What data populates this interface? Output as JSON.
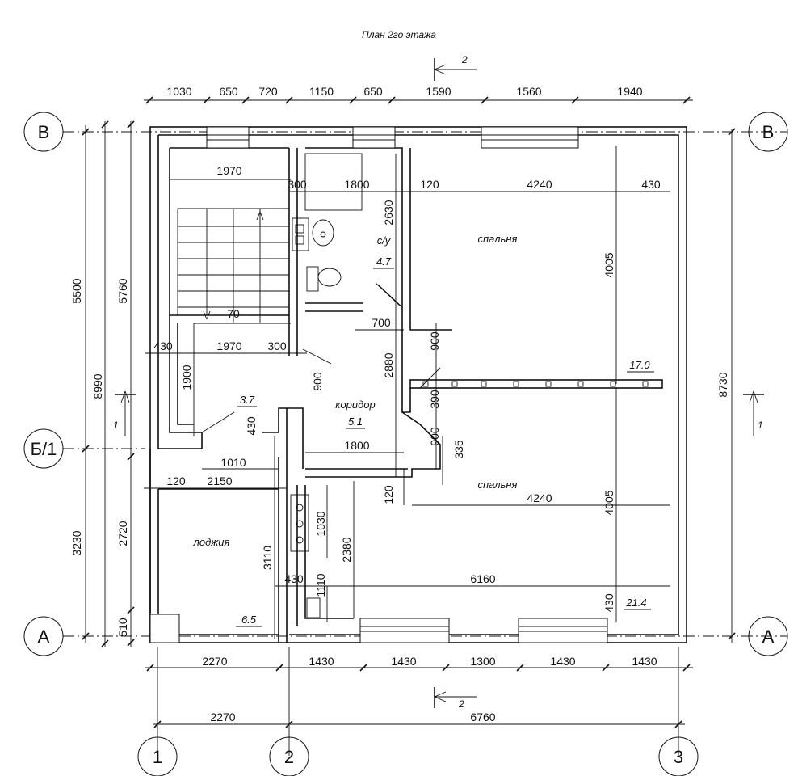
{
  "title": "План 2го этажа",
  "axes": {
    "V": "В",
    "B1": "Б/1",
    "A": "А",
    "n1": "1",
    "n2": "2",
    "n3": "3"
  },
  "section_marks": {
    "sec2_top": "2",
    "sec2_bottom": "2",
    "sec1_left": "1",
    "sec1_right": "1"
  },
  "rooms": {
    "bath_name": "с/у",
    "bath_area": "4.7",
    "bedroom1_name": "спальня",
    "bedroom1_area": "17.0",
    "bedroom2_name": "спальня",
    "bedroom2_area": "21.4",
    "corridor_name": "коридор",
    "corridor_area": "5.1",
    "stair_area": "3.7",
    "loggia_name": "лоджия",
    "loggia_area": "6.5"
  },
  "dims": {
    "top": [
      "1030",
      "650",
      "720",
      "1150",
      "650",
      "1590",
      "1560",
      "1940"
    ],
    "left_outer": [
      "5500",
      "3230"
    ],
    "left_mid": [
      "8990"
    ],
    "left_inner": [
      "5760",
      "2720",
      "510"
    ],
    "right": [
      "8730"
    ],
    "bottom1": [
      "2270",
      "1430",
      "1430",
      "1300",
      "1430",
      "1430"
    ],
    "bottom2": [
      "2270",
      "6760"
    ],
    "stair_w_top": "1970",
    "stair_w_bot": "1970",
    "stair_gap": "300",
    "stair_left": "430",
    "stair_70": "70",
    "stair_1900": "1900",
    "stair_430v": "430",
    "stair_1010": "1010",
    "bath_300": "300",
    "bath_1800": "1800",
    "bath_2630": "2630",
    "bath_700": "700",
    "bed1_120": "120",
    "bed1_4240": "4240",
    "bed1_430": "430",
    "bed1_4005": "4005",
    "door_900a": "900",
    "wall_390": "390",
    "door_900b": "900",
    "corr_900": "900",
    "corr_2880": "2880",
    "corr_1800": "1800",
    "corr_335": "335",
    "corr_120": "120",
    "bed2_4240": "4240",
    "bed2_4005": "4005",
    "bed2_6160": "6160",
    "bed2_430a": "430",
    "bed2_430b": "430",
    "bed2_1030": "1030",
    "bed2_2380": "2380",
    "bed2_1110": "1110",
    "log_120": "120",
    "log_2150": "2150",
    "log_3110": "3110"
  }
}
